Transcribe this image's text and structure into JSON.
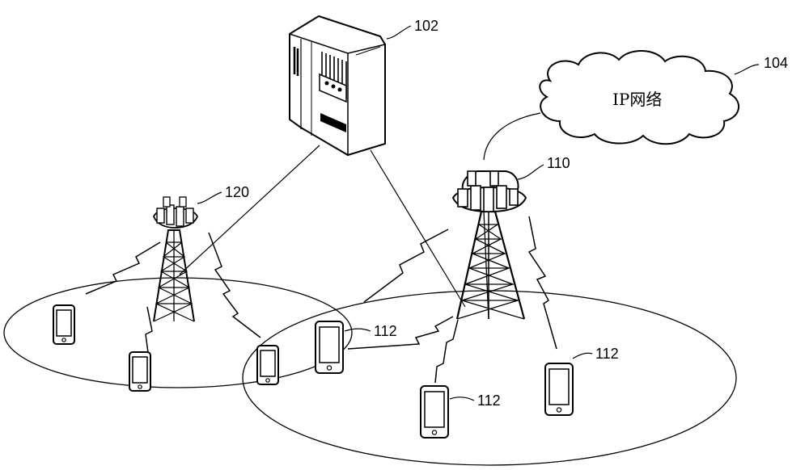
{
  "diagram": {
    "server": {
      "ref": "102"
    },
    "cloud": {
      "ref": "104",
      "label": "IP网络"
    },
    "base_station_a": {
      "ref": "110"
    },
    "base_station_b": {
      "ref": "120"
    },
    "terminals": [
      {
        "ref": "112"
      },
      {
        "ref": "112"
      },
      {
        "ref": "112"
      }
    ],
    "colors": {
      "stroke": "#000000",
      "fill": "#ffffff",
      "shade": "#d9d9d9"
    }
  }
}
